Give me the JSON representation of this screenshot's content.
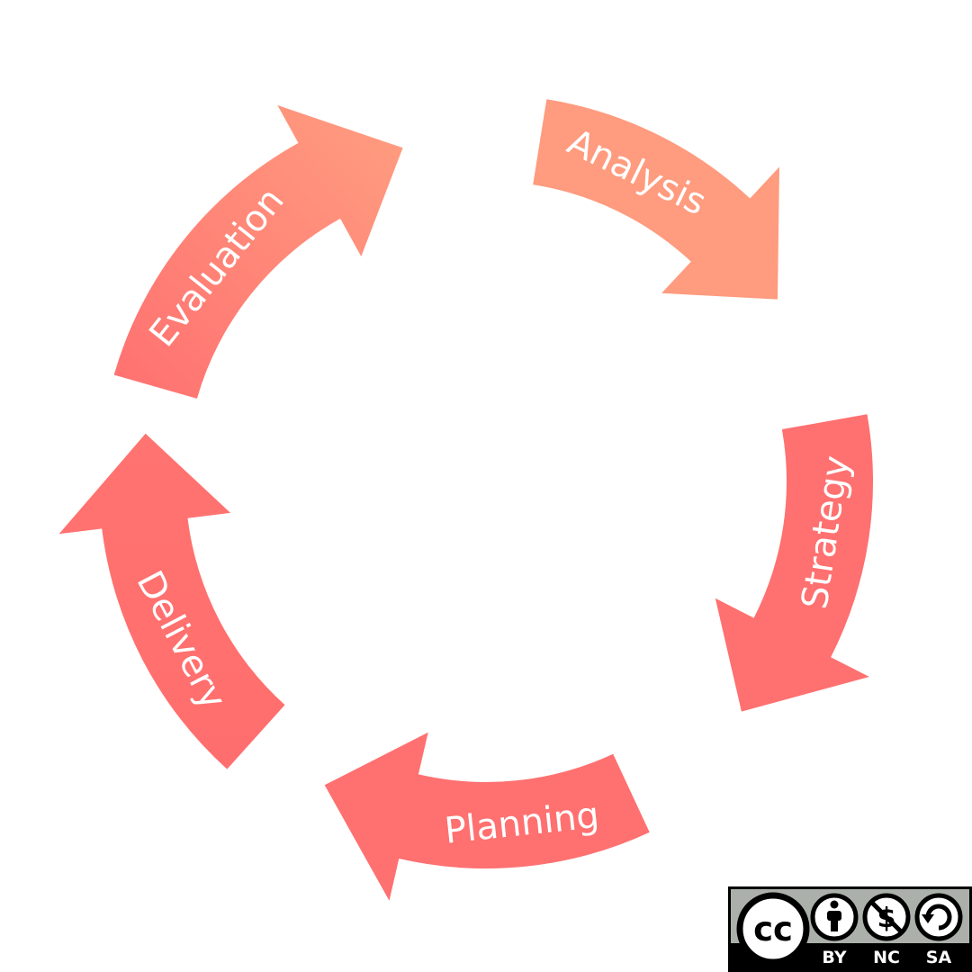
{
  "diagram": {
    "stages": [
      {
        "id": "analysis",
        "label": "Analysis",
        "color": "#FF9B7E"
      },
      {
        "id": "strategy",
        "label": "Strategy",
        "color": "#FF7070"
      },
      {
        "id": "planning",
        "label": "Planning",
        "color": "#FF7070"
      },
      {
        "id": "delivery",
        "label": "Delivery",
        "color": "#FF7070"
      },
      {
        "id": "evaluation",
        "label": "Evaluation",
        "color": "#FF8A76"
      }
    ]
  },
  "license": {
    "cc_symbol": "cc",
    "terms": [
      "BY",
      "NC",
      "SA"
    ]
  }
}
